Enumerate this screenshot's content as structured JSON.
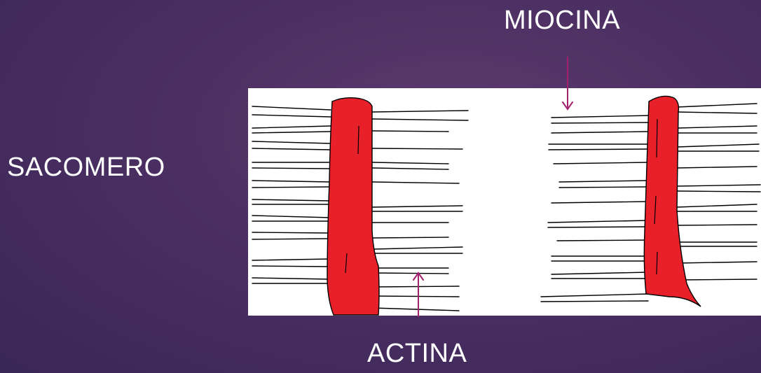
{
  "slide": {
    "title": "SACOMERO",
    "labels": {
      "myosin": "MIOCINA",
      "actin": "ACTINA"
    }
  },
  "colors": {
    "background": "#4b2f62",
    "z_disc": "#e8202a",
    "arrow": "#a3206e",
    "filament": "#000000",
    "panel": "#ffffff"
  }
}
